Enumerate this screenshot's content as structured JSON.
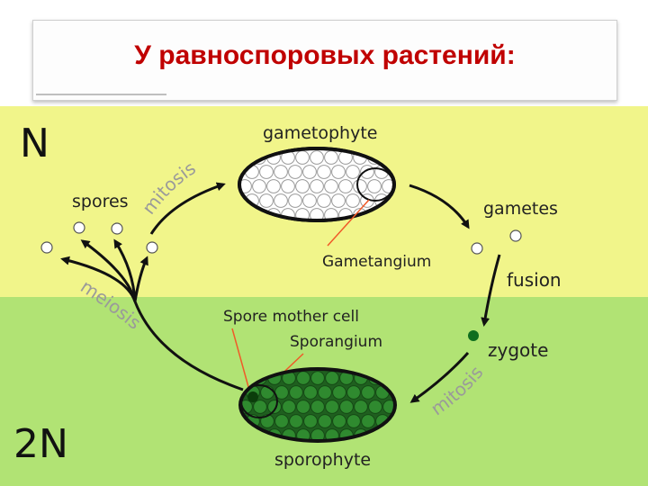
{
  "title": "У равноспоровых растений:",
  "ploidy": {
    "haploid": "N",
    "diploid": "2N"
  },
  "labels": {
    "gametophyte": "gametophyte",
    "spores": "spores",
    "gametes": "gametes",
    "gametangium": "Gametangium",
    "fusion": "fusion",
    "zygote": "zygote",
    "spore_mother_cell": "Spore mother cell",
    "sporangium": "Sporangium",
    "sporophyte": "sporophyte"
  },
  "processes": {
    "mitosis_top": "mitosis",
    "meiosis": "meiosis",
    "mitosis_bottom": "mitosis"
  },
  "colors": {
    "haploid_band": "#f1f58a",
    "diploid_band": "#b1e374",
    "sporophyte_fill": "#2e7d2e",
    "pointer": "#f05a28",
    "title": "#c00000"
  }
}
